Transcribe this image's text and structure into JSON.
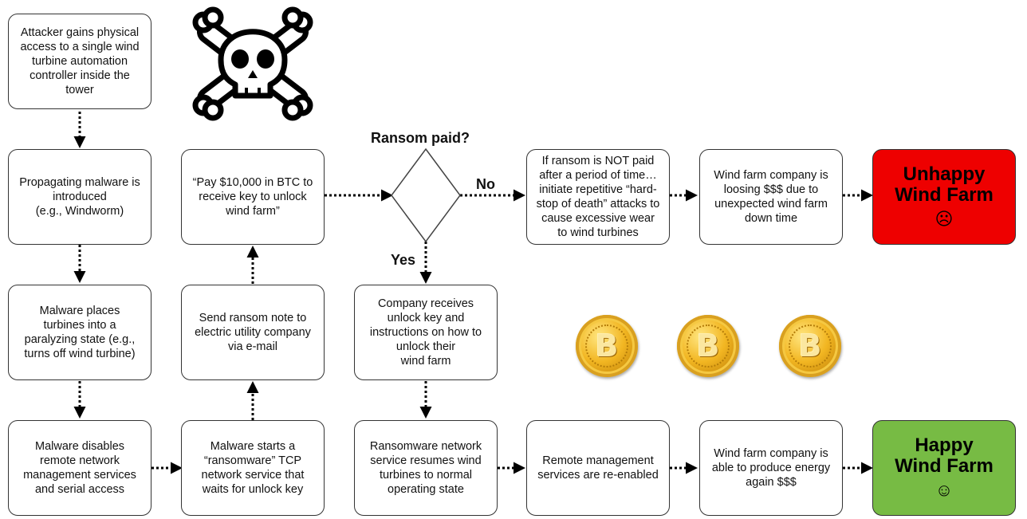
{
  "boxes": {
    "attacker_access": "Attacker gains physical\naccess to a single wind\nturbine automation\ncontroller inside the\ntower",
    "propagating_malware": "Propagating malware is\nintroduced\n(e.g., Windworm)",
    "paralyzing_state": "Malware places\nturbines into a\nparalyzing state (e.g.,\nturns off wind turbine)",
    "disables_services": "Malware disables\nremote network\nmanagement services\nand serial access",
    "ransomware_service": "Malware starts a\n“ransomware” TCP\nnetwork service that\nwaits for unlock key",
    "send_ransom_note": "Send ransom note to\nelectric utility company\nvia e-mail",
    "pay_btc": "“Pay $10,000 in BTC to\nreceive key to unlock\nwind farm”",
    "not_paid": "If ransom is NOT paid\nafter a period of time…\ninitiate repetitive “hard-\nstop of death” attacks to\ncause excessive wear\nto wind turbines",
    "losing_money": "Wind farm company is\nloosing $$$ due to\nunexpected wind farm\ndown time",
    "receives_key": "Company receives\nunlock key and\ninstructions on how to\nunlock their\nwind farm",
    "resumes_turbines": "Ransomware network\nservice resumes wind\nturbines to normal\noperating state",
    "reenabled": "Remote management\nservices are re-enabled",
    "produce_energy": "Wind farm company is\nable to produce energy\nagain $$$"
  },
  "outcomes": {
    "unhappy": {
      "title": "Unhappy\nWind Farm",
      "face": "☹",
      "color": "#ee0000"
    },
    "happy": {
      "title": "Happy\nWind Farm",
      "face": "☺",
      "color": "#77bb44"
    }
  },
  "decision": {
    "question": "Ransom paid?",
    "no_label": "No",
    "yes_label": "Yes"
  },
  "icons": {
    "skull": "skull-crossbones-icon",
    "coin": "bitcoin-coin-icon",
    "coin_symbol": "B"
  }
}
